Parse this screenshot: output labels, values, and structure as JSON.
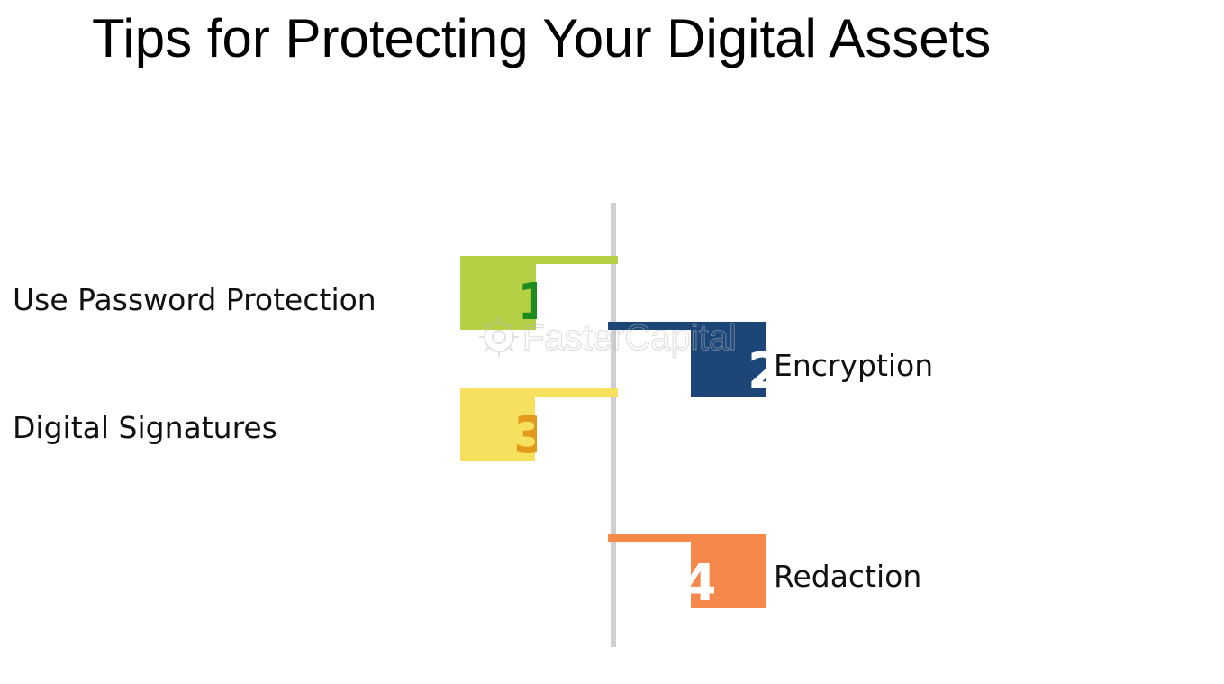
{
  "title": "Tips for Protecting Your Digital Assets",
  "items": [
    {
      "number": "1",
      "label": "Use Password Protection",
      "color": "#b6d046",
      "number_color": "#1f8a1f"
    },
    {
      "number": "2",
      "label": "Encryption",
      "color": "#1b4677",
      "number_color": "#ffffff"
    },
    {
      "number": "3",
      "label": "Digital Signatures",
      "color": "#f7e05e",
      "number_color": "#e39a1b"
    },
    {
      "number": "4",
      "label": "Redaction",
      "color": "#f5884a",
      "number_color": "#ffffff"
    }
  ],
  "watermark": "FasterCapital"
}
